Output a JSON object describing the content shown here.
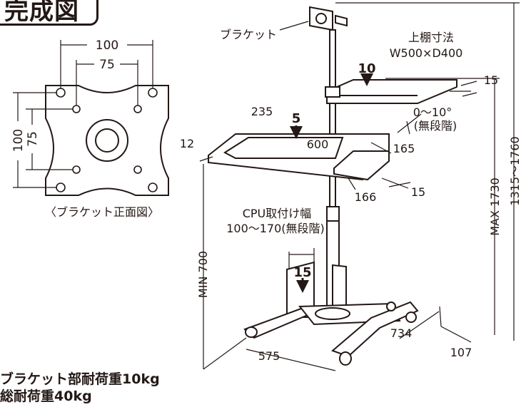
{
  "title": "完成図",
  "bracket_front": {
    "caption": "〈ブラケット正面図〉",
    "width_outer": "100",
    "width_inner": "75",
    "height_outer": "100",
    "height_inner": "75"
  },
  "labels": {
    "bracket": "ブラケット",
    "upper_shelf_title": "上棚寸法",
    "upper_shelf_size": "W500×D400",
    "upper_shelf_load": "10",
    "upper_shelf_thickness": "15",
    "tilt": "0〜10°",
    "tilt_note": "(無段階)",
    "keyboard_depth": "235",
    "keyboard_load": "5",
    "keyboard_width": "600",
    "side_depth": "165",
    "keyboard_thickness_left": "12",
    "side_width": "166",
    "keyboard_thickness_right": "15",
    "cpu_title": "CPU取付け幅",
    "cpu_range": "100〜170(無段階)",
    "cpu_load": "15",
    "min_height": "MIN 700",
    "max_height": "MAX 1730",
    "total_height": "1315〜1760",
    "base_width": "575",
    "base_depth": "734",
    "caster_offset": "107"
  },
  "load_notes": [
    "ブラケット部耐荷重10kg",
    "総耐荷重40kg"
  ]
}
